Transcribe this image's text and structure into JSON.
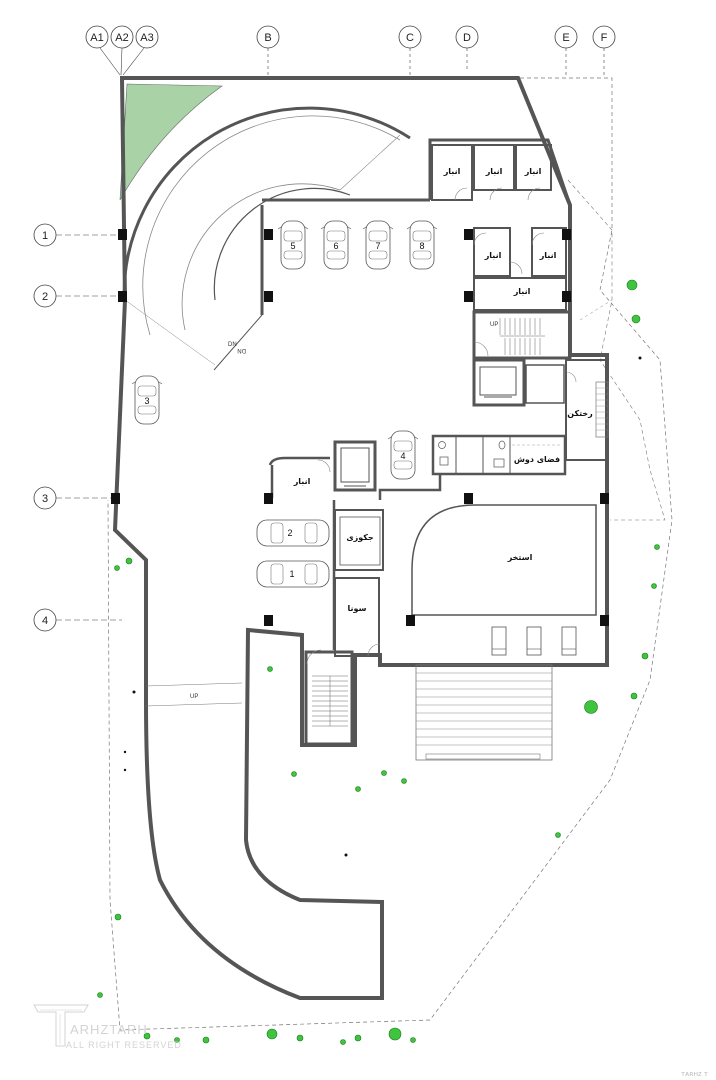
{
  "grid": {
    "columns": [
      "A1",
      "A2",
      "A3",
      "B",
      "C",
      "D",
      "E",
      "F"
    ],
    "rows": [
      "1",
      "2",
      "3",
      "4"
    ]
  },
  "rooms": {
    "storage": "انبار",
    "sauna": "سونا",
    "jacuzzi": "جکوزی",
    "pool": "استخر",
    "shower": "فضای دوش",
    "changing": "رختکن"
  },
  "parking_numbers": [
    "1",
    "2",
    "3",
    "4",
    "5",
    "6",
    "7",
    "8"
  ],
  "ramp_labels": {
    "dn1": "DN",
    "dn2": "DN",
    "up_ramp": "UP",
    "up_stair": "UP"
  },
  "watermark": {
    "brand": "ARHZTARH",
    "rights": "ALL RIGHT RESERVED"
  },
  "corner_mark": "ᴛᴀʀʜᴢ ᴛ"
}
